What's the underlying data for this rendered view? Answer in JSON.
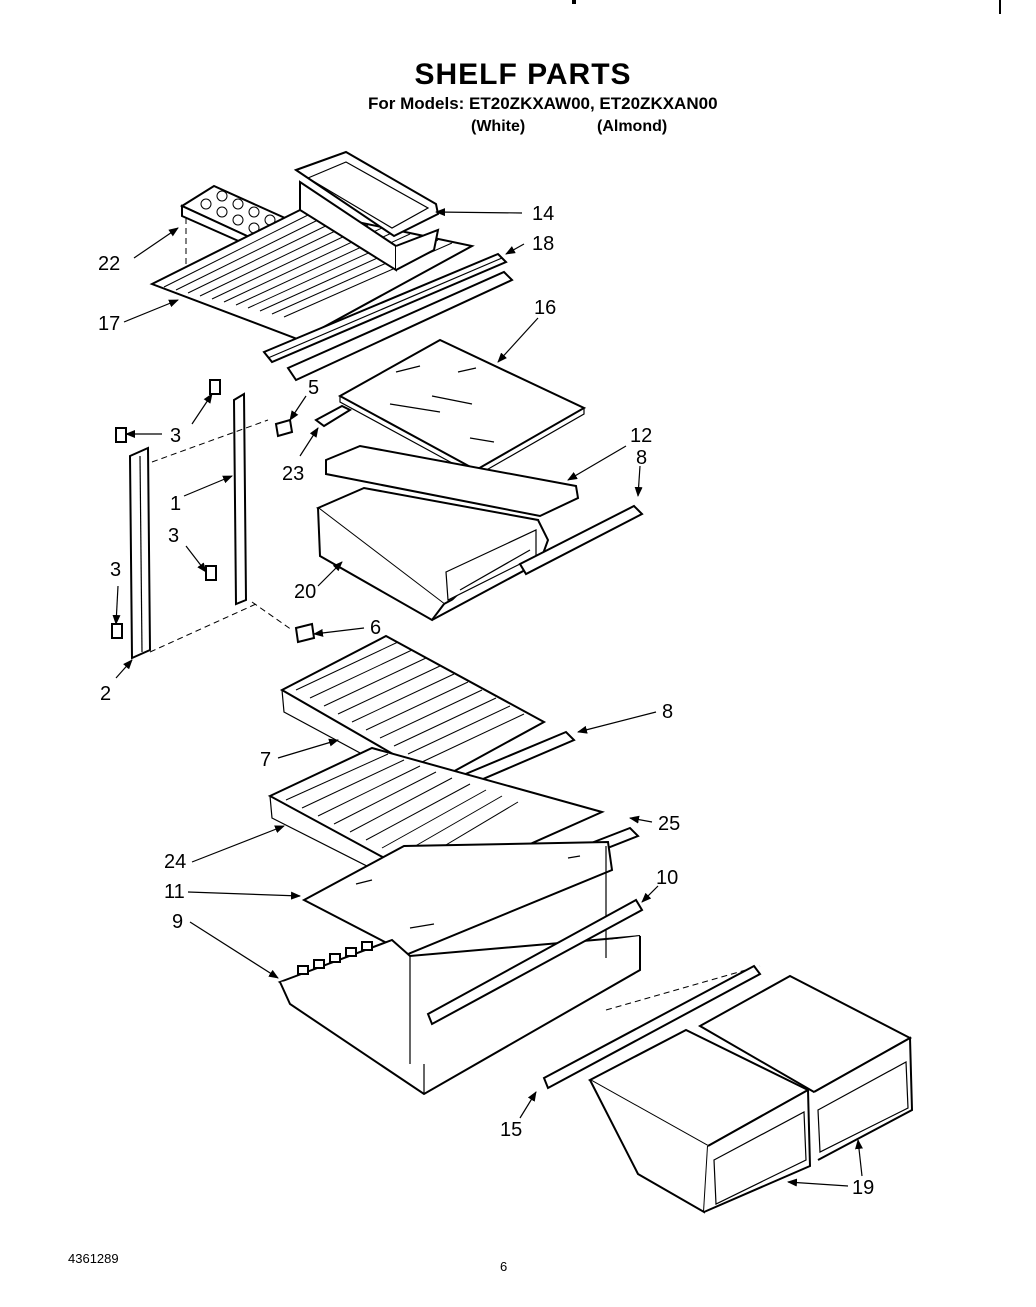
{
  "header": {
    "title": "SHELF PARTS",
    "models": "For Models: ET20ZKXAW00, ET20ZKXAN00",
    "color_white": "(White)",
    "color_almond": "(Almond)"
  },
  "footer": {
    "doc_number": "4361289",
    "page_number": "6"
  },
  "callouts": {
    "c1": "1",
    "c2": "2",
    "c3a": "3",
    "c3b": "3",
    "c3c": "3",
    "c5": "5",
    "c6": "6",
    "c7": "7",
    "c8a": "8",
    "c8b": "8",
    "c9": "9",
    "c10": "10",
    "c11": "11",
    "c12": "12",
    "c14": "14",
    "c15": "15",
    "c16": "16",
    "c17": "17",
    "c18": "18",
    "c19": "19",
    "c20": "20",
    "c22": "22",
    "c23": "23",
    "c24": "24",
    "c25": "25"
  }
}
